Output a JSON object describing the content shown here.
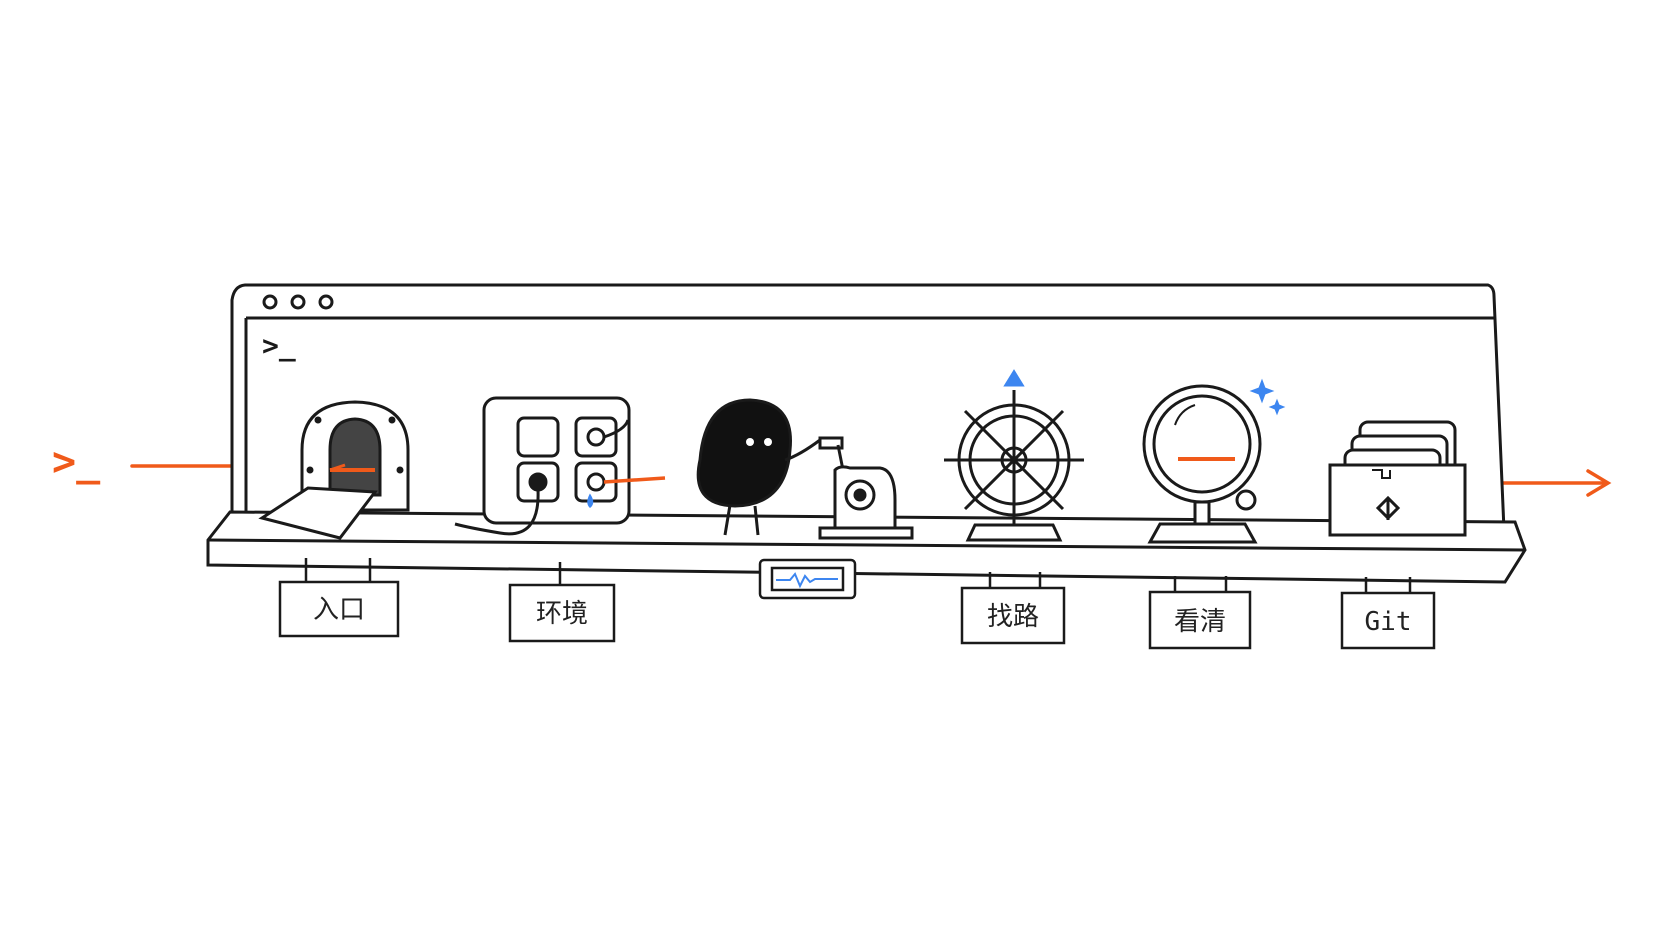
{
  "window": {
    "prompt": ">_",
    "outer_prompt": ">_"
  },
  "stations": [
    {
      "id": "entry",
      "label": "入口",
      "icon": "doorway-icon"
    },
    {
      "id": "env",
      "label": "环境",
      "icon": "power-outlet-icon"
    },
    {
      "id": "runtime",
      "label": "",
      "icon": "hand-crank-generator-icon"
    },
    {
      "id": "nav",
      "label": "找路",
      "icon": "ship-wheel-icon"
    },
    {
      "id": "inspect",
      "label": "看清",
      "icon": "magnifying-glass-icon"
    },
    {
      "id": "git",
      "label": "Git",
      "icon": "git-file-box-icon"
    }
  ],
  "colors": {
    "accent": "#f05a1a",
    "ink": "#1a1a1a",
    "blue": "#3d86f0",
    "paper": "#ffffff"
  }
}
